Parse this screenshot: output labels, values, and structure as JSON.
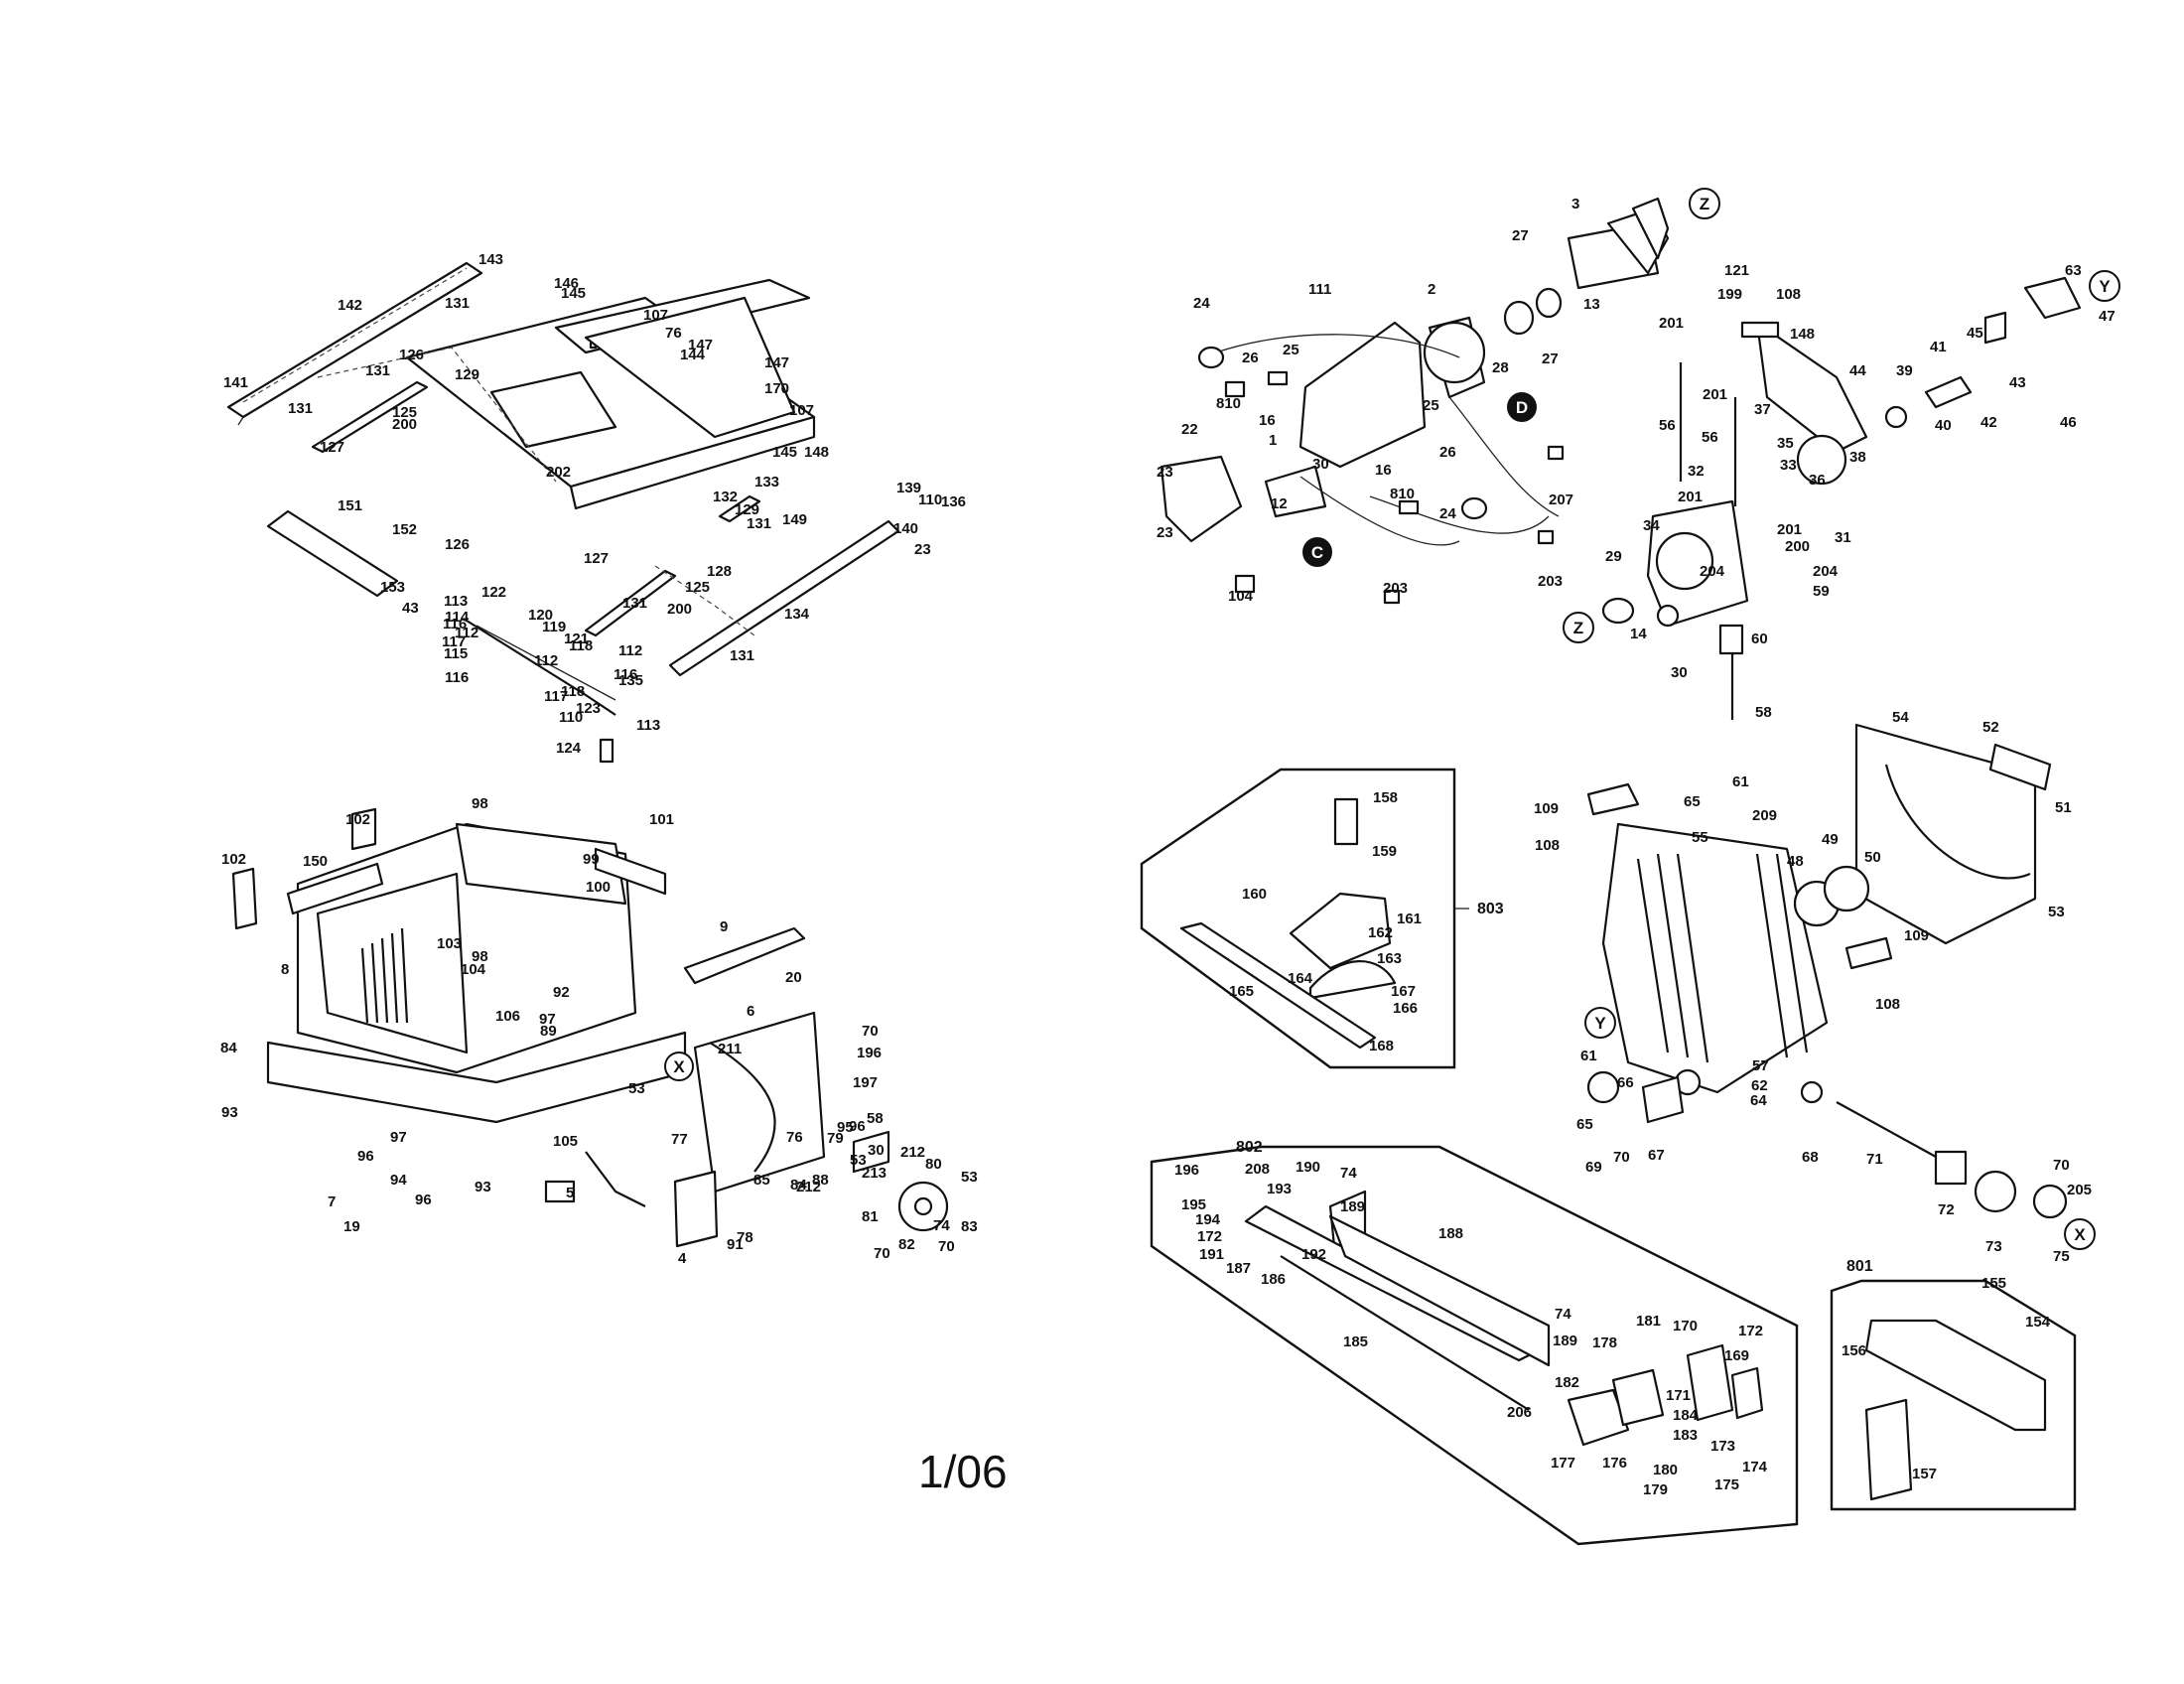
{
  "page_number": "1/06",
  "callout_circles": {
    "z_top": "Z",
    "y_top": "Y",
    "d_motor": "D",
    "c_motor": "C",
    "z_gear": "Z",
    "y_frame": "Y",
    "x_base": "X",
    "x_crank": "X"
  },
  "group_labels": {
    "g803": "803",
    "g802": "802",
    "g801": "801"
  },
  "labels": {
    "table": [
      "143",
      "142",
      "131",
      "141",
      "131",
      "126",
      "129",
      "131",
      "125",
      "200",
      "127",
      "145",
      "146",
      "107",
      "76",
      "147",
      "144",
      "147",
      "170",
      "107",
      "148",
      "145",
      "202",
      "133",
      "132",
      "129",
      "131",
      "128",
      "125",
      "200",
      "151",
      "152",
      "126",
      "127",
      "131",
      "149",
      "139",
      "110",
      "136",
      "140",
      "23",
      "134",
      "131",
      "153",
      "43",
      "122",
      "113",
      "114",
      "112",
      "120",
      "116",
      "119",
      "117",
      "121",
      "118",
      "112",
      "112",
      "115",
      "116",
      "135",
      "116",
      "117",
      "118",
      "123",
      "110",
      "113",
      "124"
    ],
    "base": [
      "102",
      "98",
      "101",
      "102",
      "150",
      "99",
      "100",
      "9",
      "20",
      "103",
      "98",
      "104",
      "92",
      "8",
      "106",
      "97",
      "89",
      "211",
      "6",
      "70",
      "84",
      "196",
      "93",
      "197",
      "53",
      "95",
      "58",
      "96",
      "53",
      "76",
      "79",
      "30",
      "212",
      "213",
      "212",
      "88",
      "77",
      "97",
      "96",
      "94",
      "96",
      "105",
      "93",
      "5",
      "85",
      "84",
      "78",
      "80",
      "7",
      "19",
      "4",
      "91",
      "81",
      "70",
      "74",
      "82",
      "70",
      "83",
      "53"
    ],
    "motor": [
      "3",
      "27",
      "111",
      "2",
      "13",
      "24",
      "26",
      "25",
      "28",
      "27",
      "810",
      "16",
      "1",
      "30",
      "25",
      "26",
      "22",
      "16",
      "810",
      "24",
      "23",
      "12",
      "23",
      "104",
      "203",
      "207",
      "203"
    ],
    "gear": [
      "121",
      "108",
      "199",
      "148",
      "63",
      "201",
      "201",
      "56",
      "56",
      "44",
      "41",
      "45",
      "39",
      "37",
      "35",
      "43",
      "40",
      "38",
      "42",
      "46",
      "47",
      "201",
      "32",
      "33",
      "201",
      "36",
      "34",
      "31",
      "200",
      "204",
      "204",
      "59",
      "29",
      "14",
      "30",
      "60",
      "58"
    ],
    "frame": [
      "54",
      "52",
      "109",
      "61",
      "65",
      "209",
      "51",
      "108",
      "55",
      "48",
      "49",
      "50",
      "53",
      "109",
      "108",
      "61",
      "66",
      "57",
      "62",
      "64",
      "65",
      "69",
      "70",
      "67",
      "68",
      "71",
      "70",
      "205",
      "72",
      "73",
      "75"
    ],
    "g803_parts": [
      "158",
      "159",
      "160",
      "161",
      "162",
      "163",
      "164",
      "165",
      "167",
      "166",
      "168"
    ],
    "g802_parts": [
      "196",
      "208",
      "190",
      "74",
      "195",
      "193",
      "189",
      "194",
      "172",
      "191",
      "192",
      "187",
      "186",
      "188",
      "74",
      "189",
      "185",
      "181",
      "170",
      "172",
      "178",
      "169",
      "182",
      "171",
      "184",
      "206",
      "183",
      "173",
      "177",
      "176",
      "180",
      "174",
      "179",
      "175"
    ],
    "g801_parts": [
      "155",
      "154",
      "156",
      "157"
    ]
  }
}
